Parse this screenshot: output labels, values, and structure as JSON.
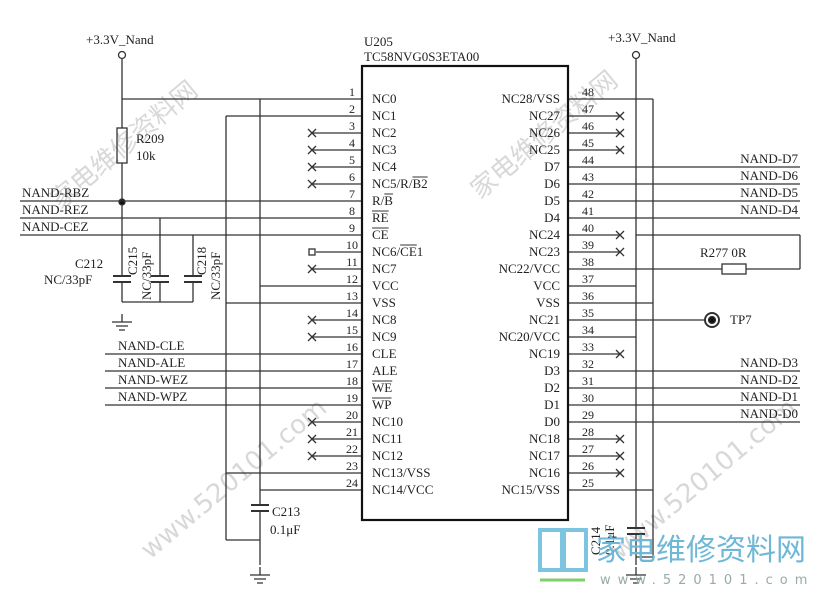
{
  "power": {
    "left_label": "+3.3V_Nand",
    "right_label": "+3.3V_Nand"
  },
  "chip": {
    "ref": "U205",
    "part": "TC58NVG0S3ETA00"
  },
  "left_pins": [
    {
      "num": "1",
      "label": "NC0",
      "conn": "vcc"
    },
    {
      "num": "2",
      "label": "NC1",
      "conn": "vss"
    },
    {
      "num": "3",
      "label": "NC2",
      "conn": "x"
    },
    {
      "num": "4",
      "label": "NC3",
      "conn": "x"
    },
    {
      "num": "5",
      "label": "NC4",
      "conn": "x"
    },
    {
      "num": "6",
      "label": "NC5/R/B2",
      "bar": "B2",
      "conn": "x"
    },
    {
      "num": "7",
      "label": "R/B",
      "bar": "B",
      "conn": "net"
    },
    {
      "num": "8",
      "label": "RE",
      "bar": "RE",
      "conn": "net"
    },
    {
      "num": "9",
      "label": "CE",
      "bar": "CE",
      "conn": "net"
    },
    {
      "num": "10",
      "label": "NC6/CE1",
      "bar": "CE",
      "conn": "open"
    },
    {
      "num": "11",
      "label": "NC7",
      "conn": "x"
    },
    {
      "num": "12",
      "label": "VCC",
      "conn": "vcc"
    },
    {
      "num": "13",
      "label": "VSS",
      "conn": "vss"
    },
    {
      "num": "14",
      "label": "NC8",
      "conn": "x"
    },
    {
      "num": "15",
      "label": "NC9",
      "conn": "x"
    },
    {
      "num": "16",
      "label": "CLE",
      "conn": "net"
    },
    {
      "num": "17",
      "label": "ALE",
      "conn": "net"
    },
    {
      "num": "18",
      "label": "WE",
      "bar": "WE",
      "conn": "net"
    },
    {
      "num": "19",
      "label": "WP",
      "bar": "WP",
      "conn": "net"
    },
    {
      "num": "20",
      "label": "NC10",
      "conn": "x"
    },
    {
      "num": "21",
      "label": "NC11",
      "conn": "x"
    },
    {
      "num": "22",
      "label": "NC12",
      "conn": "x"
    },
    {
      "num": "23",
      "label": "NC13/VSS",
      "conn": "vss"
    },
    {
      "num": "24",
      "label": "NC14/VCC",
      "conn": "vcc"
    }
  ],
  "right_pins": [
    {
      "num": "48",
      "label": "NC28/VSS",
      "conn": "vss"
    },
    {
      "num": "47",
      "label": "NC27",
      "conn": "x"
    },
    {
      "num": "46",
      "label": "NC26",
      "conn": "x"
    },
    {
      "num": "45",
      "label": "NC25",
      "conn": "x"
    },
    {
      "num": "44",
      "label": "D7",
      "conn": "net"
    },
    {
      "num": "43",
      "label": "D6",
      "conn": "net"
    },
    {
      "num": "42",
      "label": "D5",
      "conn": "net"
    },
    {
      "num": "41",
      "label": "D4",
      "conn": "net"
    },
    {
      "num": "40",
      "label": "NC24",
      "conn": "x"
    },
    {
      "num": "39",
      "label": "NC23",
      "conn": "x"
    },
    {
      "num": "38",
      "label": "NC22/VCC",
      "conn": "res"
    },
    {
      "num": "37",
      "label": "VCC",
      "conn": "vcc"
    },
    {
      "num": "36",
      "label": "VSS",
      "conn": "vss"
    },
    {
      "num": "35",
      "label": "NC21",
      "conn": "tp"
    },
    {
      "num": "34",
      "label": "NC20/VCC",
      "conn": "vcc"
    },
    {
      "num": "33",
      "label": "NC19",
      "conn": "x"
    },
    {
      "num": "32",
      "label": "D3",
      "conn": "net"
    },
    {
      "num": "31",
      "label": "D2",
      "conn": "net"
    },
    {
      "num": "30",
      "label": "D1",
      "conn": "net"
    },
    {
      "num": "29",
      "label": "D0",
      "conn": "net"
    },
    {
      "num": "28",
      "label": "NC18",
      "conn": "x"
    },
    {
      "num": "27",
      "label": "NC17",
      "conn": "x"
    },
    {
      "num": "26",
      "label": "NC16",
      "conn": "x"
    },
    {
      "num": "25",
      "label": "NC15/VSS",
      "conn": "vss"
    }
  ],
  "left_nets": {
    "upper": [
      "NAND-RBZ",
      "NAND-REZ",
      "NAND-CEZ"
    ],
    "lower": [
      "NAND-CLE",
      "NAND-ALE",
      "NAND-WEZ",
      "NAND-WPZ"
    ]
  },
  "right_nets": [
    "NAND-D7",
    "NAND-D6",
    "NAND-D5",
    "NAND-D4",
    "NAND-D3",
    "NAND-D2",
    "NAND-D1",
    "NAND-D0"
  ],
  "components": {
    "r209": {
      "ref": "R209",
      "value": "10k"
    },
    "c212": {
      "ref": "C212",
      "value": "NC/33pF"
    },
    "c215": {
      "ref": "C215",
      "value": "NC/33pF"
    },
    "c218": {
      "ref": "C218",
      "value": "NC/33pF"
    },
    "c213": {
      "ref": "C213",
      "value": "0.1μF"
    },
    "c214": {
      "ref": "C214",
      "value": "0.1μF"
    },
    "r277": {
      "label": "R277  0R"
    },
    "tp7": {
      "ref": "TP7"
    }
  },
  "watermark": {
    "cn": "家电维修资料网",
    "url": "www.520101.com"
  },
  "logo": {
    "cn": "家电维修资料网",
    "url": "www.520101.com"
  }
}
